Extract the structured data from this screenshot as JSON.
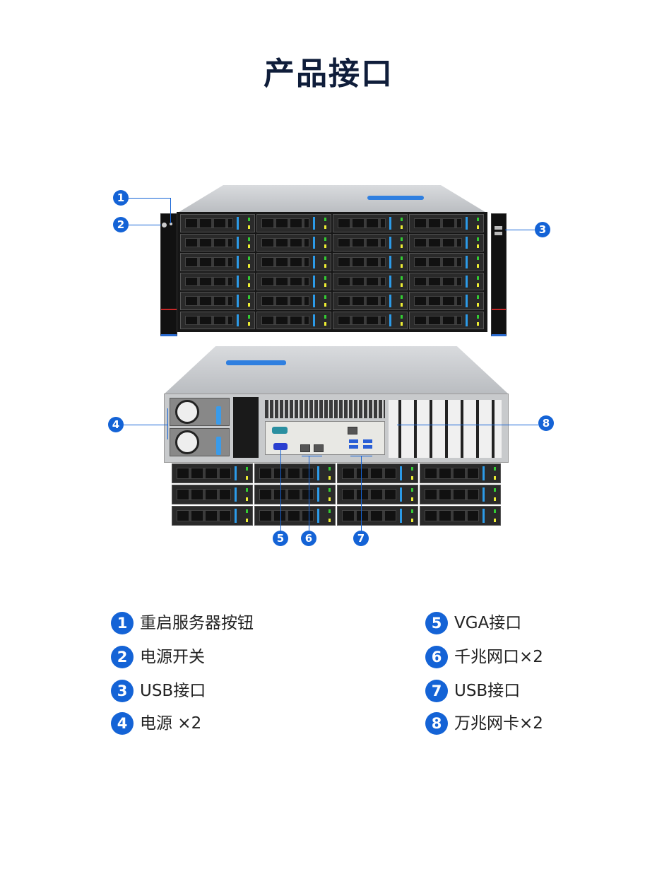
{
  "title": "产品接口",
  "callouts": [
    "1",
    "2",
    "3",
    "4",
    "5",
    "6",
    "7",
    "8"
  ],
  "legend": [
    {
      "num": "1",
      "label": "重启服务器按钮"
    },
    {
      "num": "2",
      "label": "电源开关"
    },
    {
      "num": "3",
      "label": "USB接口"
    },
    {
      "num": "4",
      "label": "电源 ×2"
    },
    {
      "num": "5",
      "label": "VGA接口"
    },
    {
      "num": "6",
      "label": "千兆网口×2"
    },
    {
      "num": "7",
      "label": "USB接口"
    },
    {
      "num": "8",
      "label": "万兆网卡×2"
    }
  ],
  "colors": {
    "accent": "#1463d6",
    "title": "#0f1d3a",
    "drive_stripe": "#2c9be8"
  }
}
